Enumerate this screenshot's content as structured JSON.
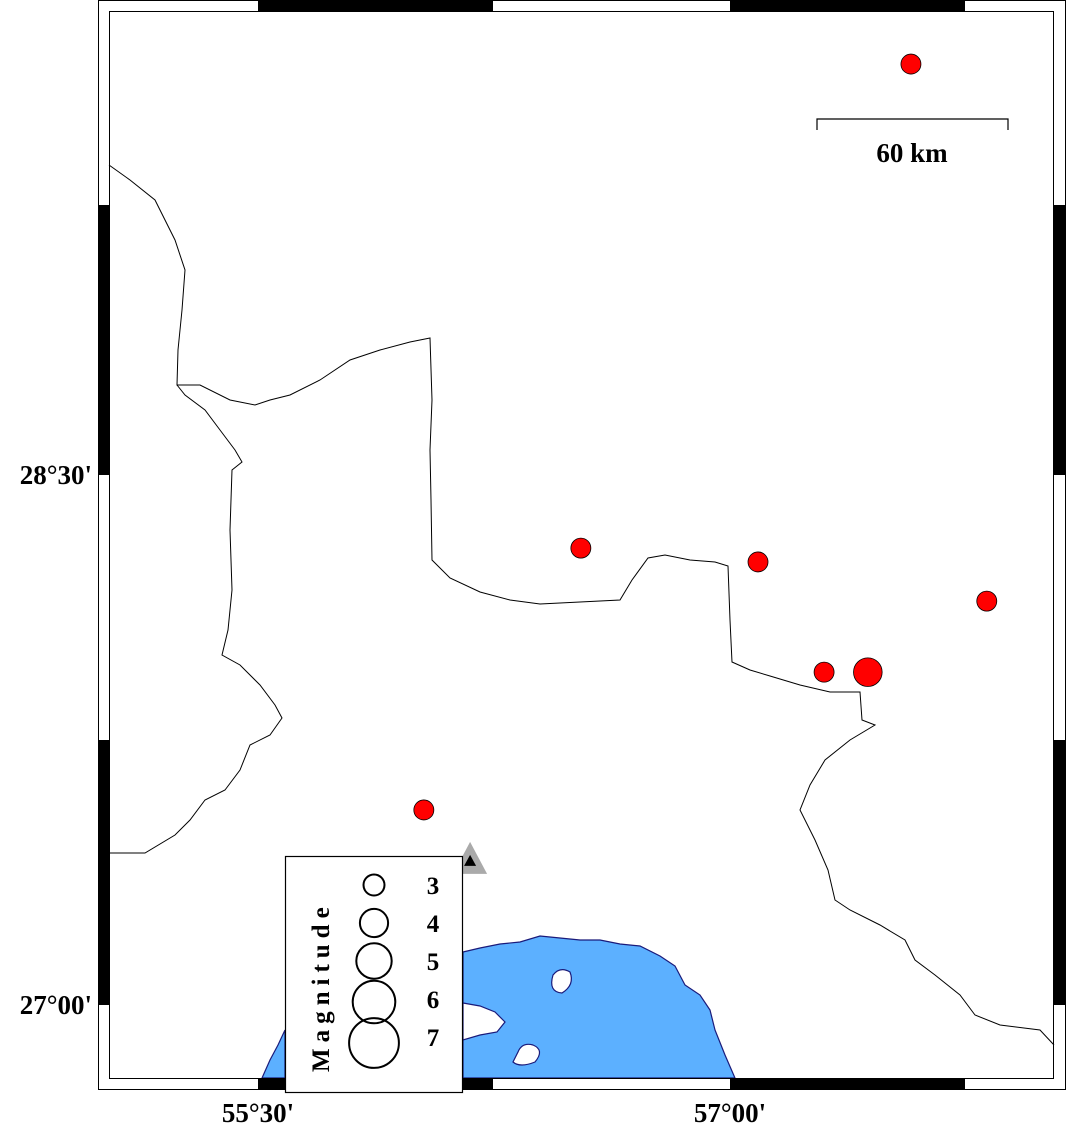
{
  "map": {
    "x_ticks": [
      {
        "label": "55°30'",
        "lon": 55.5
      },
      {
        "label": "57°00'",
        "lon": 57.0
      }
    ],
    "y_ticks": [
      {
        "label": "28°30'",
        "lat": 28.5
      },
      {
        "label": "27°00'",
        "lat": 27.0
      }
    ],
    "scale_bar": {
      "label": "60 km"
    },
    "colors": {
      "event": "#ff0000",
      "water": "#5cb0ff",
      "coast": "#1a1a7a",
      "station": "#000000"
    }
  },
  "events": [
    {
      "lon": 57.575,
      "lat": 29.663,
      "mag": 3.0
    },
    {
      "lon": 56.526,
      "lat": 28.293,
      "mag": 3.0
    },
    {
      "lon": 57.089,
      "lat": 28.254,
      "mag": 3.0
    },
    {
      "lon": 57.816,
      "lat": 28.143,
      "mag": 3.0
    },
    {
      "lon": 57.299,
      "lat": 27.942,
      "mag": 3.0
    },
    {
      "lon": 57.438,
      "lat": 27.942,
      "mag": 4.2
    },
    {
      "lon": 56.027,
      "lat": 27.552,
      "mag": 3.0
    }
  ],
  "station": {
    "lon": 56.174,
    "lat": 27.405
  },
  "legend": {
    "title": "Magnitude",
    "items": [
      {
        "label": "3",
        "mag": 3
      },
      {
        "label": "4",
        "mag": 4
      },
      {
        "label": "5",
        "mag": 5
      },
      {
        "label": "6",
        "mag": 6
      },
      {
        "label": "7",
        "mag": 7
      }
    ]
  }
}
